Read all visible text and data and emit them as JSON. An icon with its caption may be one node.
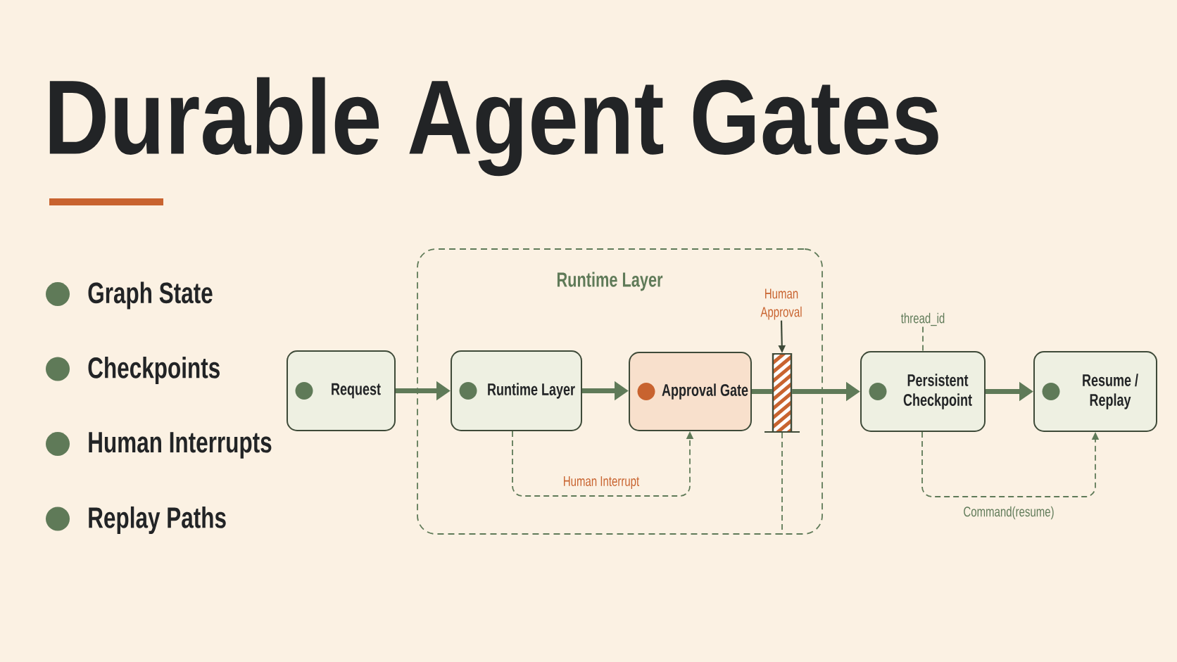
{
  "diagram": {
    "title": "Durable Agent Gates",
    "nodes": [
      {
        "text": [
          "Runtime Layer"
        ]
      },
      {
        "text": [
          "Request"
        ]
      },
      {
        "text": [
          "Runtime Layer"
        ],
        "in": 0
      },
      {
        "text": [
          "Approval Gate"
        ],
        "in": 0
      },
      {
        "text": [],
        "shape": "bar",
        "in": 0
      },
      {
        "text": [
          "Human Approval"
        ],
        "in": 0
      },
      {
        "text": [
          "Persistent Checkpoint"
        ]
      },
      {
        "text": [
          "Resume / Replay"
        ]
      },
      {
        "text": [
          "thread_id"
        ]
      }
    ],
    "edges": [
      {
        "from": 1,
        "to": 2,
        "arrow": "to",
        "style": "thick"
      },
      {
        "from": 2,
        "to": 3,
        "arrow": "to",
        "style": "thick"
      },
      {
        "from": 3,
        "to": 4,
        "arrow": "none",
        "style": "thick"
      },
      {
        "from": 4,
        "to": 6,
        "arrow": "to",
        "style": "thick"
      },
      {
        "from": 6,
        "to": 7,
        "arrow": "to",
        "style": "thick"
      },
      {
        "from": 5,
        "to": 4,
        "arrow": "to"
      },
      {
        "from": 2,
        "to": 3,
        "arrow": "to",
        "style": "dashed",
        "label": "Human Interrupt"
      },
      {
        "from": 6,
        "to": 7,
        "arrow": "to",
        "style": "dashed",
        "label": "Command(resume)"
      },
      {
        "from": 8,
        "to": 6,
        "arrow": "none",
        "style": "dashed"
      },
      {
        "from": 4,
        "to": 0,
        "arrow": "none",
        "style": "dashed"
      }
    ],
    "labels": [
      "Graph State",
      "Checkpoints",
      "Human Interrupts",
      "Replay Paths"
    ]
  }
}
